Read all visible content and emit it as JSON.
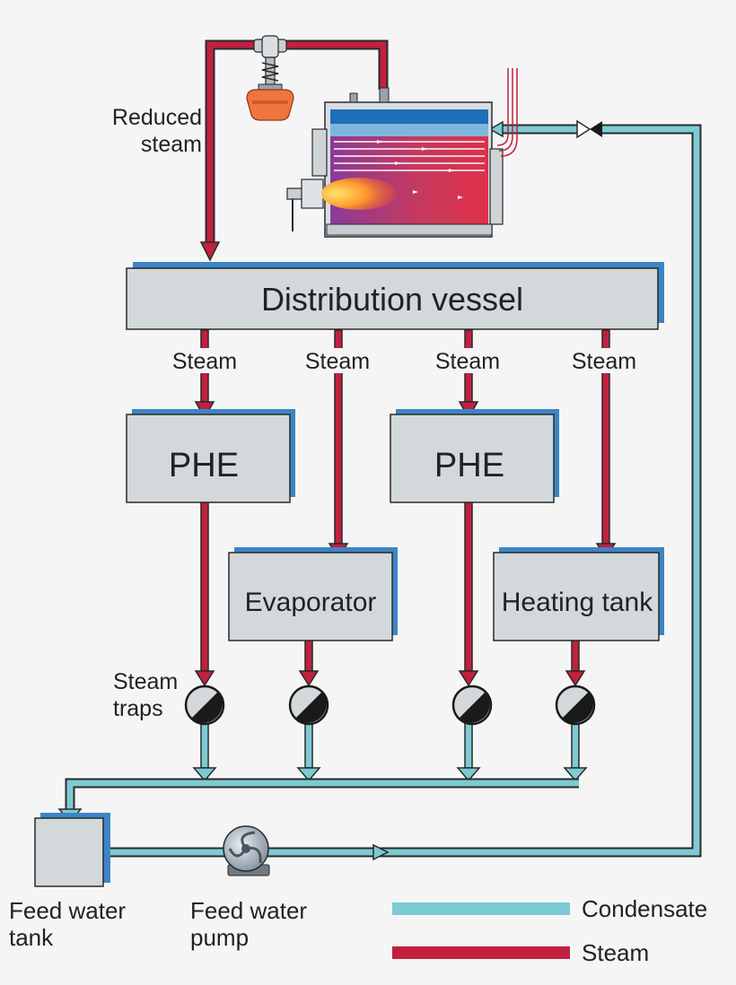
{
  "labels": {
    "reduced_steam_line1": "Reduced",
    "reduced_steam_line2": "steam",
    "distribution_vessel": "Distribution vessel",
    "steam": "Steam",
    "phe": "PHE",
    "evaporator": "Evaporator",
    "heating_tank": "Heating tank",
    "steam_traps_line1": "Steam",
    "steam_traps_line2": "traps",
    "feed_water_tank_line1": "Feed water",
    "feed_water_tank_line2": "tank",
    "feed_water_pump_line1": "Feed water",
    "feed_water_pump_line2": "pump"
  },
  "legend": {
    "condensate": "Condensate",
    "steam": "Steam"
  },
  "colors": {
    "steam": "#c1203f",
    "condensate": "#7ccbd3",
    "box_fill": "#d3d8db",
    "box_shadow": "#3d85c6",
    "outline": "#222222"
  },
  "icons": {
    "pressure_reducing_valve": "pressure-reducing-valve-icon",
    "boiler": "boiler-icon",
    "check_valve": "check-valve-icon",
    "steam_trap": "steam-trap-icon",
    "pump": "pump-icon"
  }
}
